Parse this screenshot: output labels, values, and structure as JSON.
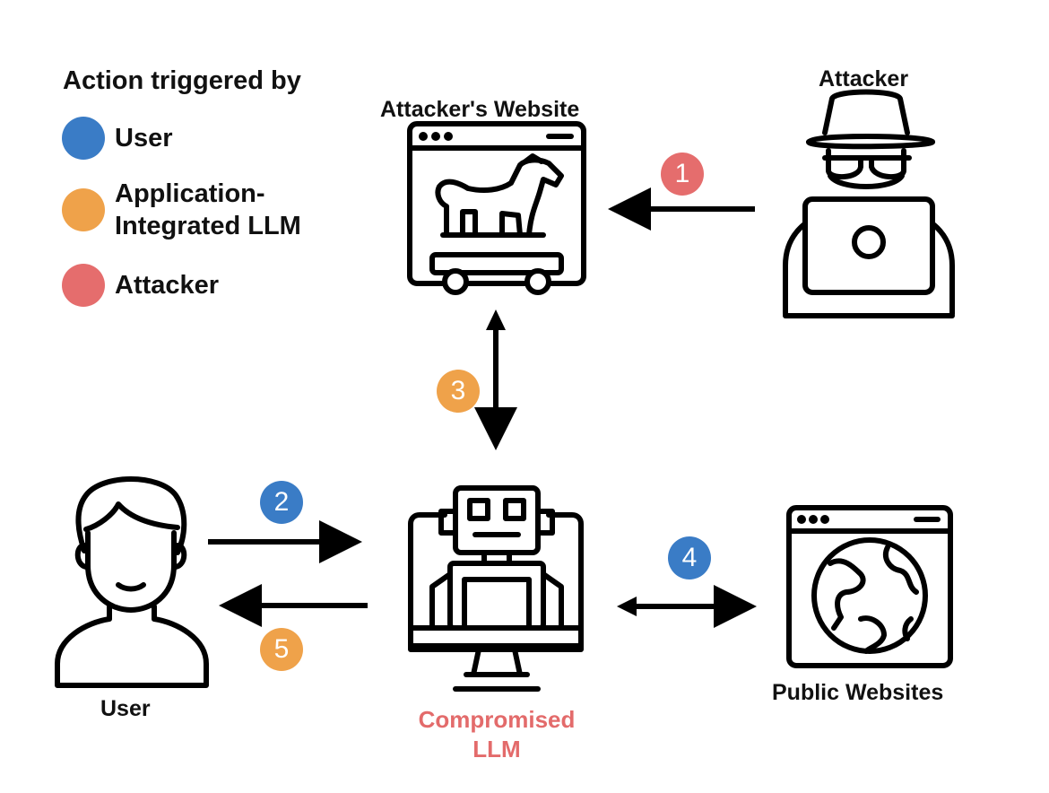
{
  "colors": {
    "user": "#3a7cc6",
    "llm": "#efa24a",
    "attacker": "#e56d6d"
  },
  "legend": {
    "title": "Action triggered by",
    "items": [
      {
        "label": "User",
        "color": "#3a7cc6"
      },
      {
        "label": "Application-\nIntegrated LLM",
        "color": "#efa24a"
      },
      {
        "label": "Attacker",
        "color": "#e56d6d"
      }
    ]
  },
  "nodes": {
    "attacker_website": "Attacker's Website",
    "attacker": "Attacker",
    "user": "User",
    "compromised_llm": "Compromised\nLLM",
    "public_websites": "Public Websites"
  },
  "steps": [
    "1",
    "2",
    "3",
    "4",
    "5"
  ],
  "icons": [
    "trojan-horse-browser-icon",
    "hacker-laptop-icon",
    "user-avatar-icon",
    "robot-computer-icon",
    "globe-browser-icon"
  ]
}
